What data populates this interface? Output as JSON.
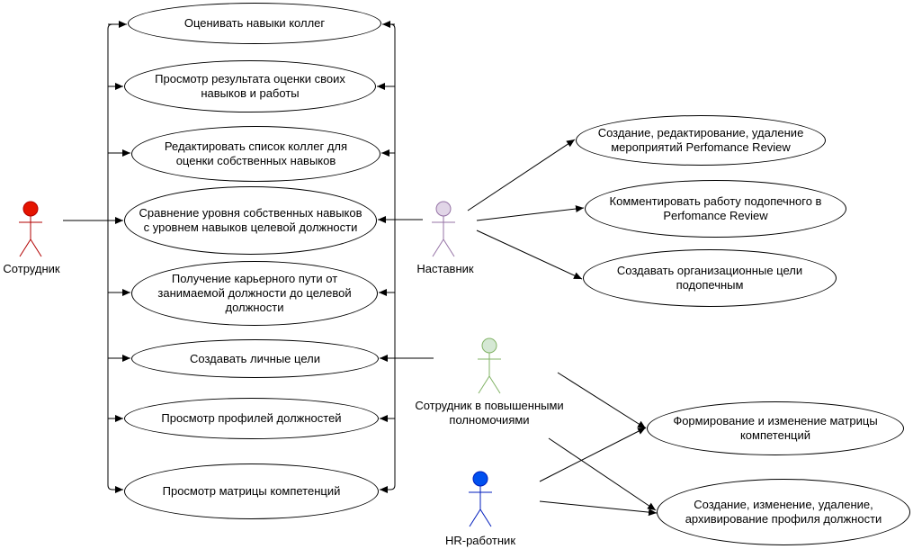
{
  "actors": {
    "employee": {
      "label": "Сотрудник",
      "color": "#e51400"
    },
    "mentor": {
      "label": "Наставник",
      "color": "#e1d5e7"
    },
    "privileged": {
      "label": "Сотрудник в повышенными\nполномочиями",
      "color": "#d5e8d4"
    },
    "hr": {
      "label": "HR-работник",
      "color": "#0050ef"
    }
  },
  "use_cases": {
    "rate_colleagues": "Оценивать навыки коллег",
    "view_results": "Просмотр результата оценки своих\nнавыков и работы",
    "edit_colleagues": "Редактировать список коллег для\nоценки собственных навыков",
    "compare_levels": "Сравнение уровня собственных навыков\nс  уровнем навыков целевой должности",
    "career_path": "Получение карьерного пути от\nзанимаемой должности до целевой\nдолжности",
    "personal_goals": "Создавать личные цели",
    "view_profiles": "Просмотр профилей должностей",
    "view_matrix": "Просмотр матрицы компетенций",
    "pr_events": "Создание, редактирование, удаление\nмероприятий Perfomance Review",
    "comment_work": "Комментировать работу подопечного в\nPerfomance Review",
    "org_goals": "Создавать организационные цели\nподопечным",
    "matrix_edit": "Формирование и изменение матрицы\nкомпетенций",
    "profile_edit": "Создание, изменение, удаление,\nархивирование профиля должности"
  }
}
